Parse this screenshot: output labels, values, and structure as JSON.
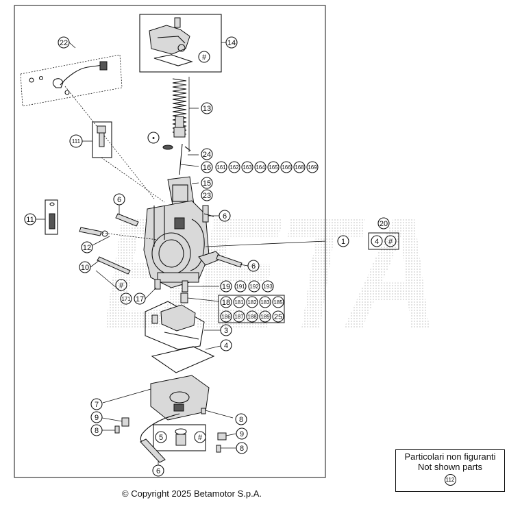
{
  "brand": "BETA",
  "copyright": "© Copyright 2025 Betamotor S.p.A.",
  "not_shown": {
    "line1": "Particolari non figuranti",
    "line2": "Not shown parts",
    "part": "112"
  },
  "callouts": {
    "c1": "1",
    "c3": "3",
    "c4": "4",
    "c5": "5",
    "c5h": "#",
    "c6a": "6",
    "c6b": "6",
    "c6c": "6",
    "c6d": "6",
    "c7": "7",
    "c8a": "8",
    "c8b": "8",
    "c8c": "8",
    "c9a": "9",
    "c9b": "9",
    "c10": "10",
    "c10h": "#",
    "c11": "11",
    "c12": "12",
    "c13": "13",
    "c14": "14",
    "c14h": "#",
    "c15": "15",
    "c16": "16",
    "c16s": [
      "161",
      "162",
      "163",
      "164",
      "165",
      "166",
      "168",
      "169"
    ],
    "c17": "17",
    "c171": "171",
    "c18": "18",
    "c18s1": [
      "181",
      "182",
      "183",
      "185"
    ],
    "c18s2": [
      "186",
      "187",
      "188",
      "189"
    ],
    "c25": "25",
    "c19": "19",
    "c19s": [
      "191",
      "192",
      "193"
    ],
    "c20": "20",
    "c20a": "4",
    "c20b": "#",
    "c22": "22",
    "c23": "23",
    "c24": "24",
    "c111": "111",
    "cdot": "•"
  }
}
